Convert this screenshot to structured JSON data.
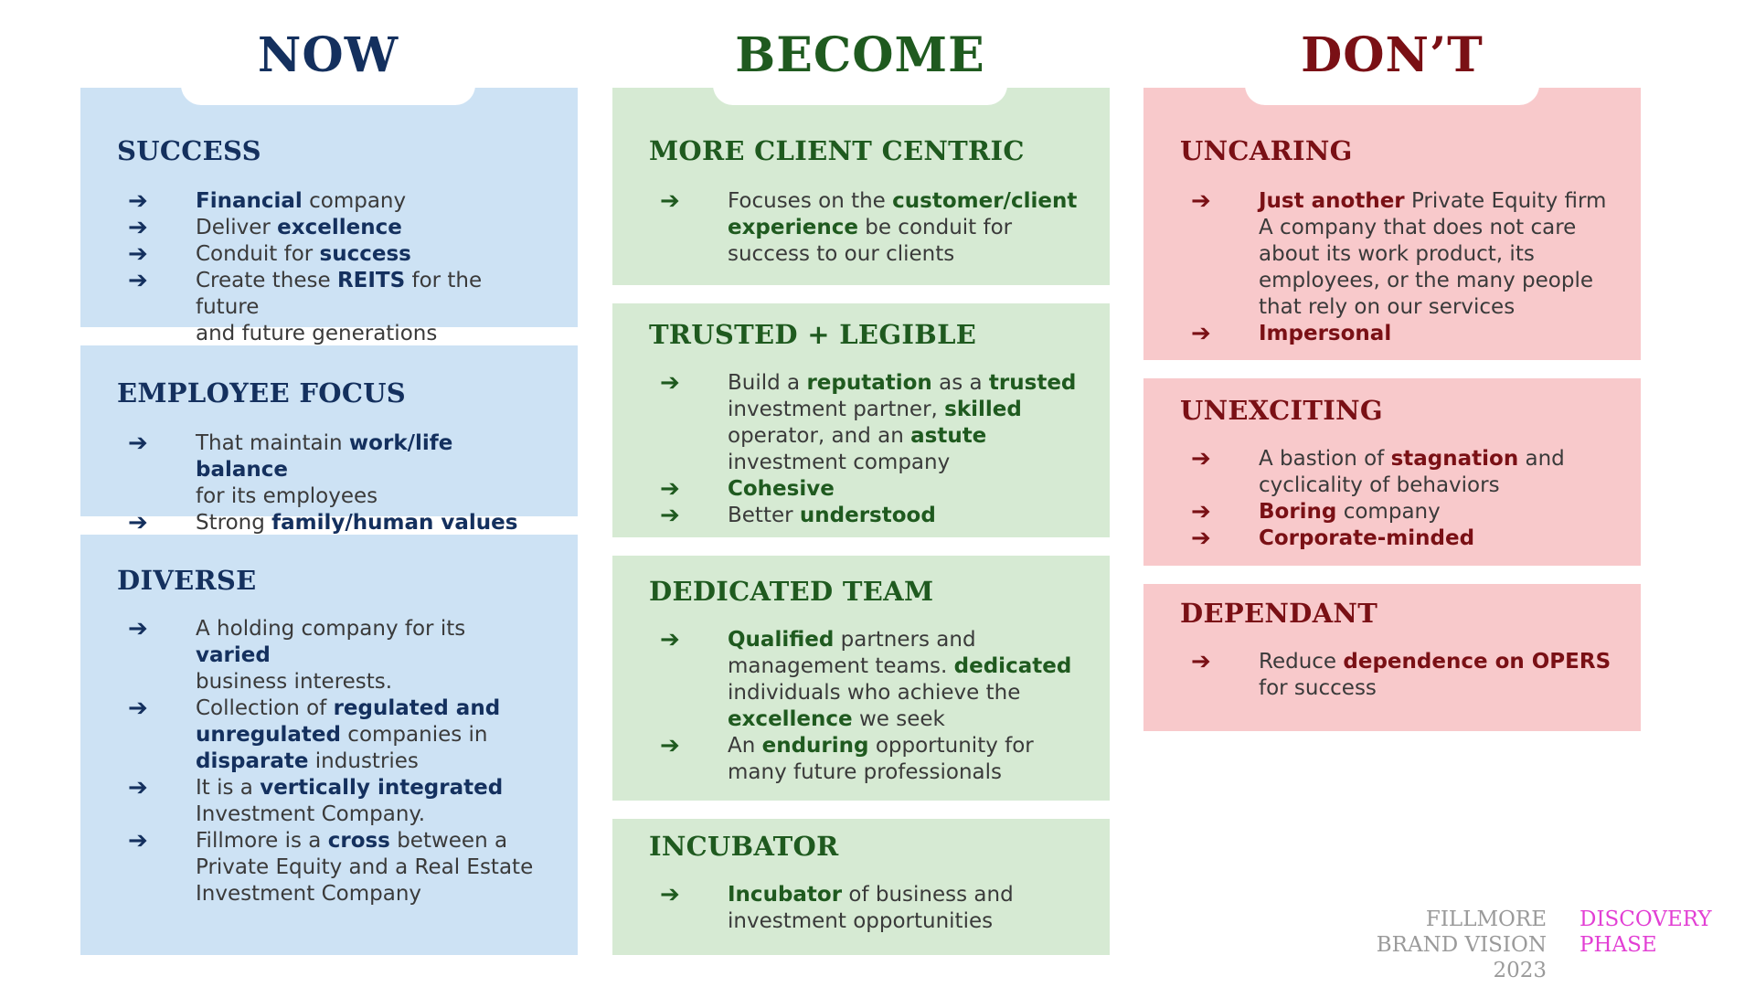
{
  "columns": {
    "now": {
      "title": "NOW",
      "cards": [
        {
          "heading": "SUCCESS",
          "bullets": [
            [
              "Financial",
              " company"
            ],
            [
              "Deliver ",
              "excellence"
            ],
            [
              "Conduit for ",
              "success"
            ],
            [
              "Create these ",
              "REITS",
              " for the future",
              "and future generations"
            ]
          ]
        },
        {
          "heading": "EMPLOYEE FOCUS",
          "bullets": [
            [
              "That maintain ",
              "work/life balance",
              "",
              "for its employees"
            ],
            [
              "Strong ",
              "family/human values"
            ]
          ]
        },
        {
          "heading": "DIVERSE",
          "bullets": [
            [
              "A holding company for its ",
              "varied",
              "",
              "business interests."
            ],
            [
              "Collection of ",
              "regulated and unregulated",
              " companies in ",
              "disparate",
              " industries"
            ],
            [
              "It is a ",
              "vertically integrated",
              "",
              "Investment Company."
            ],
            [
              "Fillmore is a ",
              "cross",
              " between a Private Equity and a Real Estate Investment Company"
            ]
          ]
        }
      ]
    },
    "become": {
      "title": "BECOME",
      "cards": [
        {
          "heading": "MORE CLIENT CENTRIC",
          "bullets": [
            [
              "Focuses on the ",
              "customer/client experience",
              " be conduit for success to our clients"
            ]
          ]
        },
        {
          "heading": "TRUSTED + LEGIBLE",
          "bullets": [
            [
              "Build a ",
              "reputation",
              " as a ",
              "trusted",
              " investment partner, ",
              "skilled",
              " operator, and an ",
              "astute",
              " investment company"
            ],
            [
              "",
              "Cohesive"
            ],
            [
              "Better ",
              "understood"
            ]
          ]
        },
        {
          "heading": "DEDICATED TEAM",
          "bullets": [
            [
              "",
              "Qualified",
              " partners and management teams. ",
              "dedicated",
              " individuals who achieve the ",
              "excellence",
              " we seek"
            ],
            [
              "An ",
              "enduring",
              " opportunity for many future professionals"
            ]
          ]
        },
        {
          "heading": "INCUBATOR",
          "bullets": [
            [
              "",
              "Incubator",
              " of business and investment opportunities"
            ]
          ]
        }
      ]
    },
    "dont": {
      "title": "DON’T",
      "cards": [
        {
          "heading": "UNCARING",
          "bullets": [
            [
              "",
              "Just another",
              " Private Equity firm A company that does not care about its work product, its employees, or the many people that rely on our services"
            ],
            [
              "",
              "Impersonal"
            ]
          ]
        },
        {
          "heading": "UNEXCITING",
          "bullets": [
            [
              "A bastion of ",
              "stagnation",
              " and cyclicality of behaviors"
            ],
            [
              "",
              "Boring",
              " company"
            ],
            [
              "",
              "Corporate-minded"
            ]
          ]
        },
        {
          "heading": "DEPENDANT",
          "bullets": [
            [
              "Reduce ",
              "dependence on OPERS",
              " for success"
            ]
          ]
        }
      ]
    }
  },
  "arrow_glyph": "➔",
  "footer": {
    "left_line1": "FILLMORE",
    "left_line2": "BRAND VISION 2023",
    "right_line1": "DISCOVERY",
    "right_line2": "PHASE"
  },
  "colors": {
    "now_accent": "#14305e",
    "now_bg": "#cde2f4",
    "become_accent": "#1f5a1f",
    "become_bg": "#d6ead3",
    "dont_accent": "#7a1015",
    "dont_bg": "#f8c9cb",
    "footer_gray": "#9a9a9a",
    "footer_magenta": "#e23fd4"
  }
}
